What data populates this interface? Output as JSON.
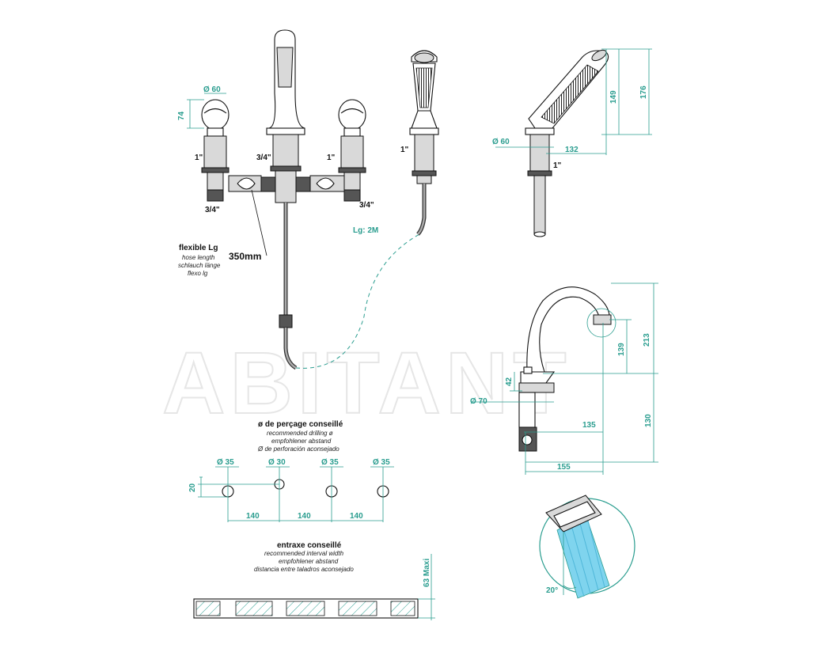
{
  "watermark": "ABITANT",
  "front_view": {
    "handle_diameter": "Ø 60",
    "handle_height": "74",
    "left_thread_top": "1\"",
    "spout_thread": "3/4\"",
    "right_thread_top": "1\"",
    "left_thread_bottom": "3/4\"",
    "right_thread_bottom": "3/4\"",
    "flexible_title": "flexible Lg",
    "flexible_en": "hose length",
    "flexible_de": "schlauch länge",
    "flexible_es": "flexo lg",
    "flexible_length": "350mm"
  },
  "shower_front": {
    "thread": "1\"",
    "hose_length": "Lg: 2M"
  },
  "shower_side": {
    "base_diameter": "Ø 60",
    "reach": "132",
    "thread": "1\"",
    "height_149": "149",
    "height_176": "176"
  },
  "spout_side": {
    "height_213": "213",
    "height_139": "139",
    "height_42": "42",
    "base_diameter": "Ø 70",
    "reach_135": "135",
    "height_130": "130",
    "reach_155": "155"
  },
  "drilling": {
    "title": "ø de perçage conseillé",
    "en": "recommended drilling ø",
    "de": "empfohlener abstand",
    "es": "Ø de perforación aconsejado",
    "diameters": [
      "Ø 35",
      "Ø 30",
      "Ø 35",
      "Ø 35"
    ],
    "offset": "20",
    "spacings": [
      "140",
      "140",
      "140"
    ]
  },
  "interval": {
    "title": "entraxe conseillé",
    "en": "recommended interval width",
    "de": "empfohlener abstand",
    "es": "distancia entre taladros aconsejado",
    "max_thickness": "63 Maxi"
  },
  "spray_angle": "20°"
}
